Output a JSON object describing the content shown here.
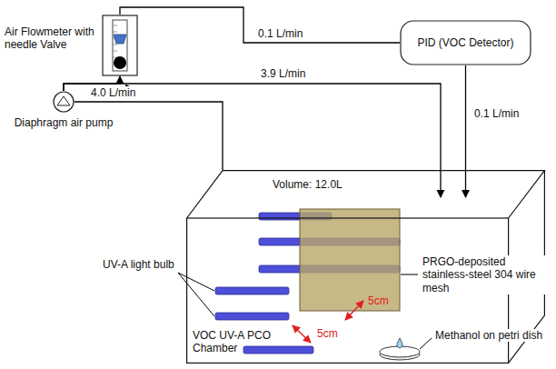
{
  "diagram": {
    "nodes": [
      {
        "text": [
          "Air Flowmeter with needle Valve"
        ]
      },
      {
        "text": [
          "PID (VOC Detector)"
        ]
      },
      {
        "text": [
          "Diaphragm air pump"
        ]
      },
      {
        "text": [
          "Volume: 12.0L",
          "VOC UV-A PCO Chamber"
        ]
      }
    ],
    "edges": [
      {
        "from": 0,
        "to": 1,
        "label": "0.1 L/min",
        "arrow": "none"
      },
      {
        "from": 1,
        "to": 3,
        "label": "0.1 L/min",
        "arrow": "to"
      },
      {
        "from": 3,
        "to": 2,
        "label": "4.0 L/min",
        "arrow": "none"
      },
      {
        "from": 2,
        "to": 0,
        "arrow": "to"
      },
      {
        "from": 2,
        "to": 3,
        "label": "3.9 L/min",
        "arrow": "to"
      }
    ],
    "labels": [
      "UV-A light bulb",
      "PRGO-deposited stainless-steel 304 wire mesh",
      "5cm",
      "5cm",
      "Methanol on petri dish"
    ]
  }
}
